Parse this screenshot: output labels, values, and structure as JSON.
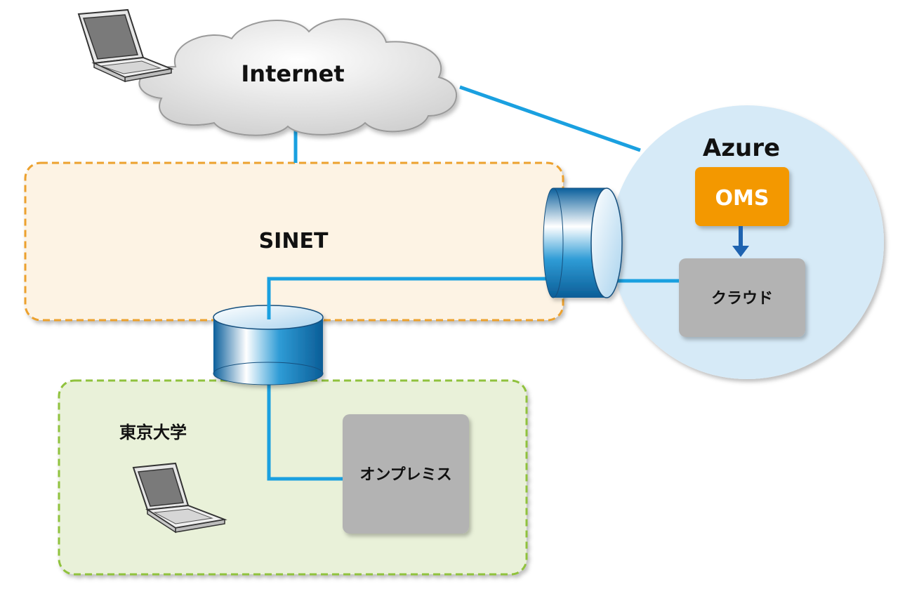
{
  "diagram": {
    "internet_label": "Internet",
    "sinet_label": "SINET",
    "azure_label": "Azure",
    "oms_label": "OMS",
    "cloud_label": "クラウド",
    "university_label": "東京大学",
    "onprem_label": "オンプレミス"
  },
  "colors": {
    "link": "#1aa0e0",
    "sinet_fill": "#fdf3e4",
    "sinet_border": "#eca12e",
    "univ_fill": "#e9f1d9",
    "univ_border": "#90c23e",
    "azure_fill": "#d6eaf7",
    "oms_fill": "#f39800",
    "server_fill": "#b3b3b3",
    "arrow": "#1e63b0"
  }
}
